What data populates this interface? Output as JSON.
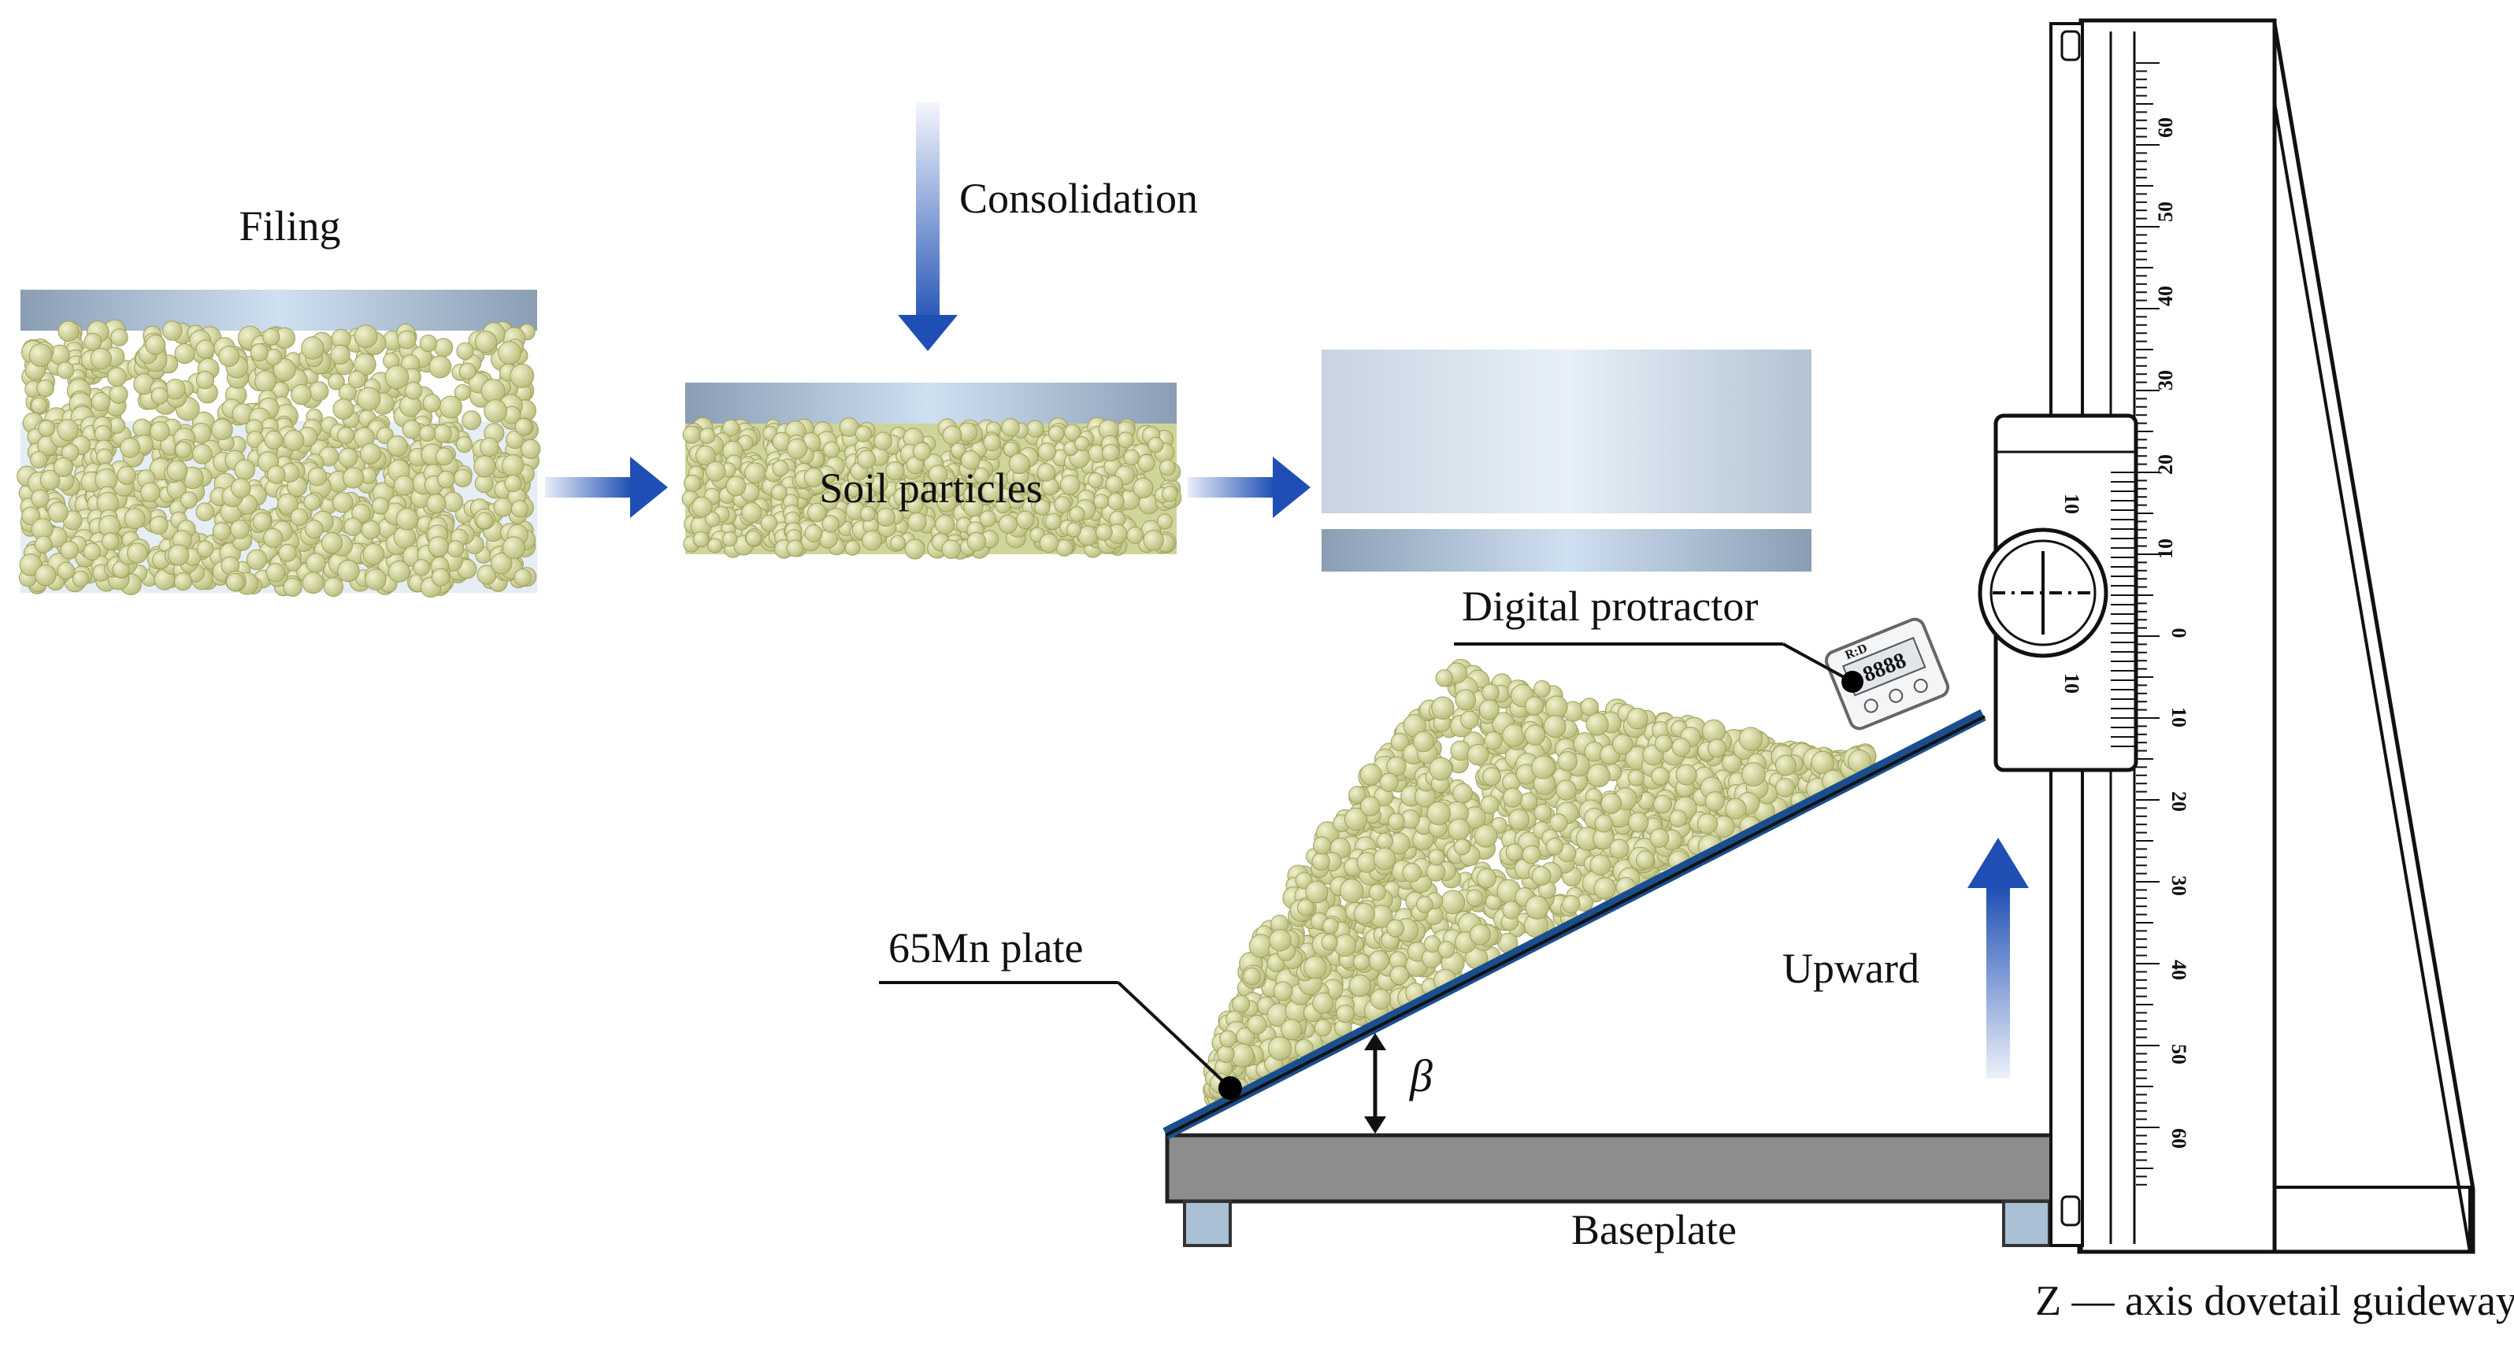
{
  "labels": {
    "filing": "Filing",
    "consolidation": "Consolidation",
    "soil_particles": "Soil particles",
    "digital_protractor": "Digital protractor",
    "mn_plate": "65Mn plate",
    "beta": "β",
    "upward": "Upward",
    "baseplate": "Baseplate",
    "guideway": "Z — axis dovetail guideway"
  },
  "protractor_display": {
    "brand": "R:D",
    "reading": "8888"
  },
  "ruler": {
    "tick_numbers": [
      "60",
      "50",
      "40",
      "30",
      "20",
      "10",
      "0",
      "10",
      "20",
      "30",
      "40",
      "50",
      "60"
    ]
  },
  "dial": {
    "upper": "10",
    "lower": "10"
  },
  "colors": {
    "particle": "#d6d69a",
    "particle_edge": "#9ea25e",
    "arrow_blue": "#1f4fb5",
    "container": "#b9cfe6",
    "plate_blue": "#1a4f8f",
    "baseplate": "#8d8d8d"
  }
}
